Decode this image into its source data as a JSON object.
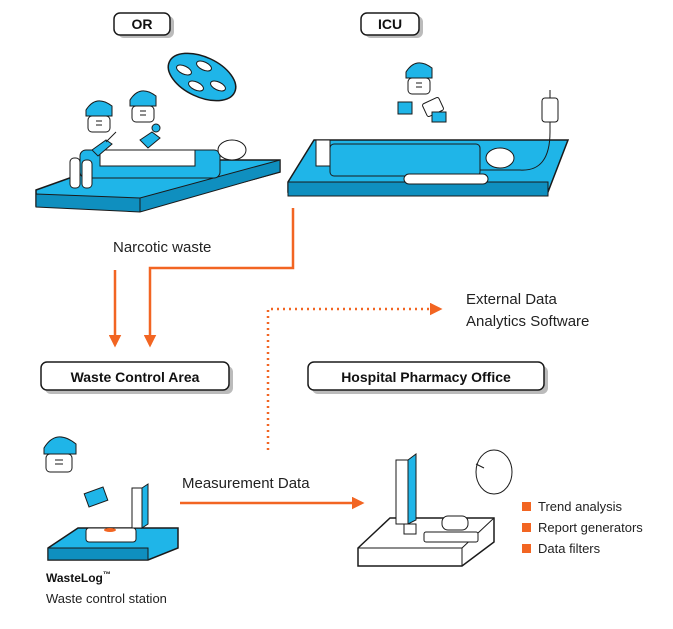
{
  "locations": {
    "or": "OR",
    "icu": "ICU",
    "waste_area": "Waste Control Area",
    "pharmacy": "Hospital Pharmacy Office"
  },
  "flows": {
    "narcotic_waste": "Narcotic waste",
    "measurement_data": "Measurement Data",
    "external_line1": "External Data",
    "external_line2": "Analytics Software"
  },
  "station": {
    "product": "WasteLog",
    "trademark": "™",
    "description": "Waste control station"
  },
  "features": [
    "Trend analysis",
    "Report generators",
    "Data filters"
  ],
  "colors": {
    "accent_blue": "#1fb5e8",
    "arrow_orange": "#f26522",
    "outline": "#1a1a1a"
  }
}
